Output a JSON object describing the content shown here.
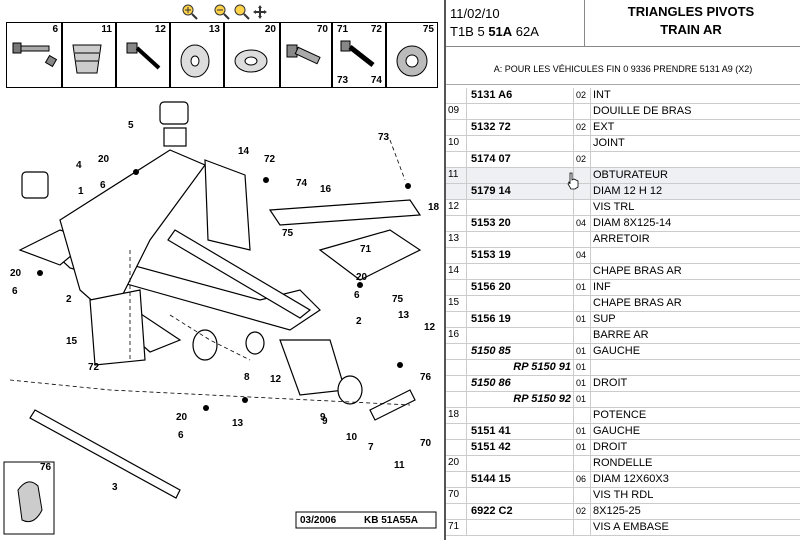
{
  "toolbar": {
    "zoom_in": "zoom-in-icon",
    "zoom_out": "zoom-out-icon",
    "pan": "pan-icon"
  },
  "thumbnails": [
    {
      "num": "6"
    },
    {
      "num": "11"
    },
    {
      "num": "12"
    },
    {
      "num": "13"
    },
    {
      "num": "20"
    },
    {
      "num": "70"
    },
    {
      "num": "71"
    },
    {
      "num": "72"
    },
    {
      "num": "73"
    },
    {
      "num": "74"
    },
    {
      "num": "75"
    }
  ],
  "diagram": {
    "labels": [
      "5",
      "4",
      "20",
      "6",
      "1",
      "2",
      "20",
      "6",
      "15",
      "72",
      "3",
      "14",
      "72",
      "74",
      "75",
      "16",
      "73",
      "9",
      "18",
      "71",
      "75",
      "20",
      "6",
      "2",
      "13",
      "12",
      "8",
      "12",
      "13",
      "76",
      "9",
      "10",
      "7",
      "11",
      "70",
      "20",
      "6"
    ],
    "inset_label": "76",
    "footer_date": "03/2006",
    "footer_ref": "KB 51A55A"
  },
  "header": {
    "date": "11/02/10",
    "code_prefix": "T1B 5",
    "code_bold": "51A",
    "code_suffix": "62A",
    "title1": "TRIANGLES PIVOTS",
    "title2": "TRAIN AR"
  },
  "note": "A: POUR LES VÉHICULES FIN 0 9336 PRENDRE 5131 A9 (X2)",
  "rows": [
    {
      "n": "",
      "ref": "5131 A6",
      "q": "02",
      "d": "INT",
      "bold": false
    },
    {
      "n": "09",
      "ref": "",
      "q": "",
      "d": "DOUILLE DE BRAS",
      "bold": true
    },
    {
      "n": "",
      "ref": "5132 72",
      "q": "02",
      "d": "EXT",
      "bold": false
    },
    {
      "n": "10",
      "ref": "",
      "q": "",
      "d": "JOINT",
      "bold": true
    },
    {
      "n": "",
      "ref": "5174 07",
      "q": "02",
      "d": "",
      "bold": false
    },
    {
      "n": "11",
      "ref": "",
      "q": "",
      "d": "OBTURATEUR",
      "bold": true,
      "hl": true
    },
    {
      "n": "",
      "ref": "5179 14",
      "q": "",
      "d": "DIAM 12 H 12",
      "bold": false,
      "hl": true
    },
    {
      "n": "12",
      "ref": "",
      "q": "",
      "d": "VIS TRL",
      "bold": true
    },
    {
      "n": "",
      "ref": "5153 20",
      "q": "04",
      "d": "DIAM 8X125-14",
      "bold": false
    },
    {
      "n": "13",
      "ref": "",
      "q": "",
      "d": "ARRETOIR",
      "bold": true
    },
    {
      "n": "",
      "ref": "5153 19",
      "q": "04",
      "d": "",
      "bold": false
    },
    {
      "n": "14",
      "ref": "",
      "q": "",
      "d": "CHAPE BRAS AR",
      "bold": true
    },
    {
      "n": "",
      "ref": "5156 20",
      "q": "01",
      "d": "INF",
      "bold": false
    },
    {
      "n": "15",
      "ref": "",
      "q": "",
      "d": "CHAPE BRAS AR",
      "bold": true
    },
    {
      "n": "",
      "ref": "5156 19",
      "q": "01",
      "d": "SUP",
      "bold": false
    },
    {
      "n": "16",
      "ref": "",
      "q": "",
      "d": "BARRE AR",
      "bold": true
    },
    {
      "n": "",
      "ref": "5150 85",
      "q": "01",
      "d": "GAUCHE",
      "bold": true,
      "alt": true
    },
    {
      "n": "",
      "ref": "RP 5150 91",
      "q": "01",
      "d": "",
      "bold": false,
      "rp": true
    },
    {
      "n": "",
      "ref": "5150 86",
      "q": "01",
      "d": "DROIT",
      "bold": true,
      "alt": true
    },
    {
      "n": "",
      "ref": "RP 5150 92",
      "q": "01",
      "d": "",
      "bold": false,
      "rp": true
    },
    {
      "n": "18",
      "ref": "",
      "q": "",
      "d": "POTENCE",
      "bold": true
    },
    {
      "n": "",
      "ref": "5151 41",
      "q": "01",
      "d": "GAUCHE",
      "bold": true
    },
    {
      "n": "",
      "ref": "5151 42",
      "q": "01",
      "d": "DROIT",
      "bold": true
    },
    {
      "n": "20",
      "ref": "",
      "q": "",
      "d": "RONDELLE",
      "bold": true
    },
    {
      "n": "",
      "ref": "5144 15",
      "q": "06",
      "d": "DIAM 12X60X3",
      "bold": false
    },
    {
      "n": "70",
      "ref": "",
      "q": "",
      "d": "VIS TH RDL",
      "bold": true
    },
    {
      "n": "",
      "ref": "6922 C2",
      "q": "02",
      "d": "8X125-25",
      "bold": false
    },
    {
      "n": "71",
      "ref": "",
      "q": "",
      "d": "VIS A EMBASE",
      "bold": true
    }
  ]
}
